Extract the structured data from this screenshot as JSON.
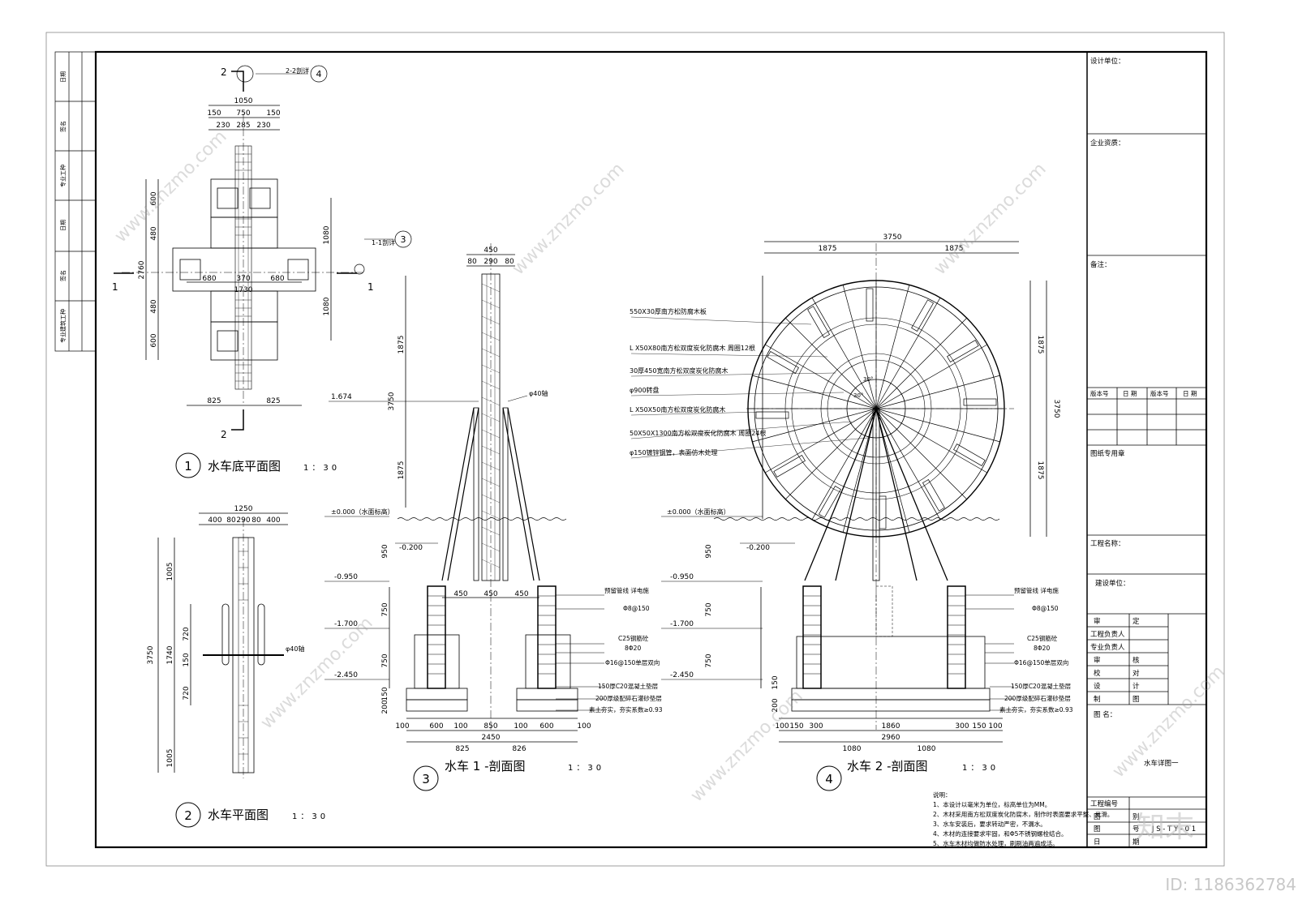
{
  "left_strip": [
    "日期",
    "签名",
    "专业工种",
    "日期",
    "签名",
    "专业建筑工种"
  ],
  "views": {
    "v1": {
      "num": "1",
      "title": "水车底平面图",
      "scale": "1：30",
      "dims": {
        "total_w": "1050",
        "w_parts": [
          "150",
          "750",
          "150"
        ],
        "w_parts2": [
          "230",
          "285",
          "230"
        ],
        "h_parts": [
          "600",
          "480",
          "2760",
          "480",
          "600"
        ],
        "h_right": [
          "1080",
          "1080"
        ],
        "arm": [
          "680",
          "370",
          "680"
        ],
        "arm_total": "1730",
        "bottom": [
          "825",
          "825"
        ]
      },
      "section_marks": {
        "s2_top": "2",
        "s2_bottom": "2",
        "s1_left": "1",
        "s1_right": "1"
      },
      "refs": [
        {
          "text": "2-2剖详",
          "num": "4"
        },
        {
          "text": "1-1剖详",
          "num": "3"
        }
      ]
    },
    "v2": {
      "num": "2",
      "title": "水车平面图",
      "scale": "1：30",
      "dims": {
        "total_w": "1250",
        "w_parts": [
          "400",
          "80",
          "290",
          "80",
          "400"
        ],
        "h_parts": [
          "1005",
          "720",
          "1740",
          "150",
          "720",
          "1005"
        ],
        "h_total": "3750",
        "axle": "φ40轴"
      }
    },
    "v3": {
      "num": "3",
      "title": "水车 1 -剖面图",
      "scale": "1：30",
      "dims": {
        "top_w": "450",
        "top_parts": [
          "80",
          "290",
          "80"
        ],
        "h_upper": "1875",
        "h_total": "3750",
        "h_lower": "1875",
        "level_1674": "1.674",
        "levels": [
          "±0.000（水面标高）",
          "-0.200",
          "-0.950",
          "-1.700",
          "-2.450"
        ],
        "v_parts": [
          "950",
          "750",
          "750",
          "150",
          "200"
        ],
        "mid": [
          "450",
          "450",
          "450"
        ],
        "bottom_row": [
          "100",
          "600",
          "100",
          "850",
          "100",
          "600",
          "100"
        ],
        "bottom_sub": [
          "825",
          "826"
        ],
        "bottom_total": "2450",
        "axle": "φ40轴"
      },
      "notes": [
        "预留管线 详电施",
        "Φ8@150",
        "C25钢筋砼",
        "8Φ20",
        "Φ16@150单层双向",
        "150厚C20混凝土垫层",
        "200厚级配碎石灌砂垫层",
        "素土夯实，夯实系数≥0.93"
      ]
    },
    "v4": {
      "num": "4",
      "title": "水车 2 -剖面图",
      "scale": "1：30",
      "dims": {
        "total_w": "3750",
        "half": [
          "1875",
          "1875"
        ],
        "h_total": "3750",
        "h_half": [
          "1875",
          "1875"
        ],
        "levels": [
          "±0.000（水面标高）",
          "-0.200",
          "-0.950",
          "-1.700",
          "-2.450"
        ],
        "v_parts": [
          "950",
          "750",
          "750",
          "150",
          "200"
        ],
        "bottom_row": [
          "100",
          "150",
          "300",
          "1860",
          "300",
          "150",
          "100"
        ],
        "bottom_sub": [
          "1080",
          "1080"
        ],
        "bottom_total": "2960",
        "angles": [
          "30°",
          "30°"
        ]
      },
      "callouts": [
        "550X30厚南方松防腐木板",
        "L X50X80南方松双度炭化防腐木 周圈12根",
        "30厚450宽南方松双度炭化防腐木",
        "φ900转盘",
        "L X50X50南方松双度炭化防腐木",
        "50X50X1300南方松双度炭化防腐木 周圈24根",
        "φ150镀锌钢管，表面仿木处理"
      ],
      "notes": [
        "预留管线 详电施",
        "Φ8@150",
        "C25钢筋砼",
        "8Φ20",
        "Φ16@150单层双向",
        "150厚C20混凝土垫层",
        "200厚级配碎石灌砂垫层",
        "素土夯实，夯实系数≥0.93"
      ]
    }
  },
  "general_notes": {
    "title": "说明：",
    "items": [
      "1、本设计以毫米为单位，标高单位为MM。",
      "2、木材采用南方松双度炭化防腐木，制作时表面要求平整、光滑。",
      "3、水车安装后，要求转动严密，不漏水。",
      "4、木材的连接要求牢固，和Φ5不锈钢螺栓结合。",
      "5、水车木材均做防水处理，刷刷油两遍成活。"
    ]
  },
  "title_block": {
    "design_unit": "设计单位：",
    "qualification": "企业资质：",
    "remarks": "备注：",
    "version_headers": [
      "版本号",
      "日 期",
      "版本号",
      "日 期"
    ],
    "stamp": "图纸专用章",
    "project_name": "工程名称：",
    "client": "建设单位：",
    "sign_rows": [
      [
        "审",
        "定"
      ],
      [
        "工程负责人",
        ""
      ],
      [
        "专业负责人",
        ""
      ],
      [
        "审",
        "核"
      ],
      [
        "校",
        "对"
      ],
      [
        "设",
        "计"
      ],
      [
        "制",
        "图"
      ]
    ],
    "drawing_name_label": "图 名：",
    "drawing_name": "水车详图一",
    "info_rows": [
      [
        "工程编号",
        ""
      ],
      [
        "图",
        "别"
      ],
      [
        "图",
        "号",
        "J S - T Y - 0 1"
      ],
      [
        "日",
        "期"
      ]
    ]
  },
  "watermark": {
    "site": "www.znzmo.com",
    "brand": "知末",
    "id": "ID: 1186362784"
  }
}
